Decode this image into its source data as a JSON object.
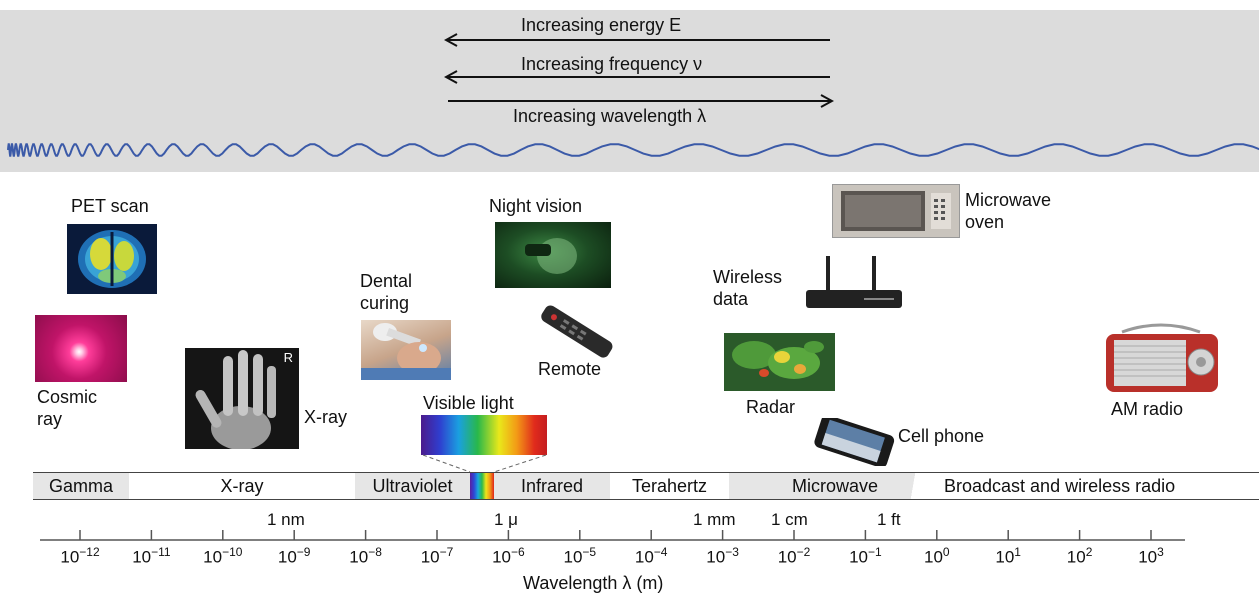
{
  "arrows": {
    "energy": "Increasing energy E",
    "frequency": "Increasing frequency ν",
    "wavelength": "Increasing wavelength λ"
  },
  "applications": {
    "pet_scan": "PET  scan",
    "cosmic_ray_1": "Cosmic",
    "cosmic_ray_2": "ray",
    "xray": "X-ray",
    "xray_marker": "R",
    "dental_1": "Dental",
    "dental_2": "curing",
    "night_vision": "Night vision",
    "remote": "Remote",
    "visible_light": "Visible light",
    "microwave_oven_1": "Microwave",
    "microwave_oven_2": "oven",
    "wireless_1": "Wireless",
    "wireless_2": "data",
    "radar": "Radar",
    "cell_phone": "Cell phone",
    "am_radio": "AM radio"
  },
  "bands": {
    "gamma": "Gamma",
    "xray": "X-ray",
    "ultraviolet": "Ultraviolet",
    "infrared": "Infrared",
    "terahertz": "Terahertz",
    "microwave": "Microwave",
    "broadcast": "Broadcast and wireless radio"
  },
  "units": {
    "nm": "1 nm",
    "micro": "1 μ",
    "mm": "1 mm",
    "cm": "1 cm",
    "ft": "1 ft"
  },
  "axis": {
    "base": "10",
    "exponents": [
      "−12",
      "−11",
      "−10",
      "−9",
      "−8",
      "−7",
      "−6",
      "−5",
      "−4",
      "−3",
      "−2",
      "−1",
      "0",
      "1",
      "2",
      "3"
    ],
    "label": "Wavelength λ (m)"
  },
  "colors": {
    "band_bg": "#e6e6e6",
    "wave": "#3b5aa8"
  }
}
